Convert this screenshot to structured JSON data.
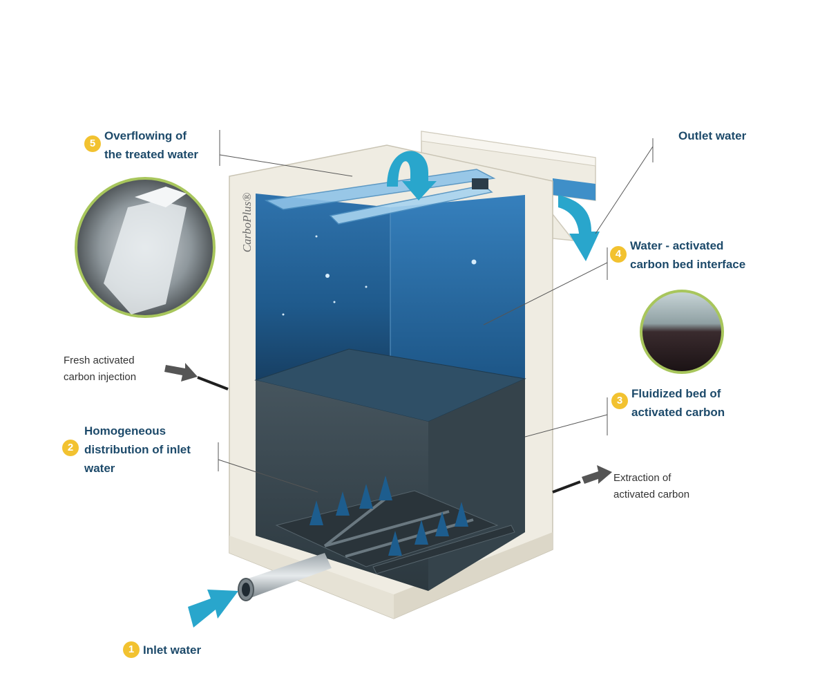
{
  "brand": "CarboPlus®",
  "colors": {
    "step_text": "#1d4a6a",
    "badge": "#f2c230",
    "arrow": "#29a6cc",
    "water_top": "#2f6fa8",
    "carbon_bed": "#3c4a52",
    "wall": "#efece2"
  },
  "steps": [
    {
      "number": "1",
      "lines": [
        "Inlet water"
      ]
    },
    {
      "number": "2",
      "lines": [
        "Homogeneous",
        "distribution of inlet",
        "water"
      ]
    },
    {
      "number": "3",
      "lines": [
        "Fluidized bed of",
        "activated carbon"
      ]
    },
    {
      "number": "4",
      "lines": [
        "Water - activated",
        "carbon bed interface"
      ]
    },
    {
      "number": "5",
      "lines": [
        "Overflowing of",
        "the treated water"
      ]
    }
  ],
  "labels": {
    "outlet_water": "Outlet water",
    "fresh_carbon": [
      "Fresh activated",
      "carbon injection"
    ],
    "extraction": [
      "Extraction of",
      "activated carbon"
    ]
  },
  "photos": {
    "left": "overflow-weir-photo",
    "right": "carbon-bed-interface-photo"
  }
}
